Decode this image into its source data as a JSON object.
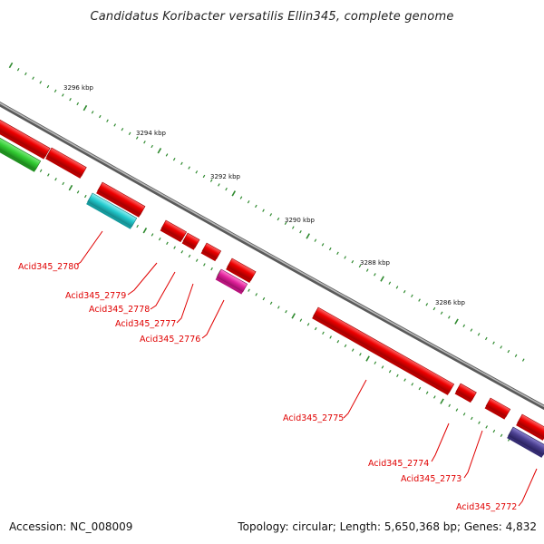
{
  "title": "Candidatus Koribacter versatilis Ellin345, complete genome",
  "footer": {
    "accession": "Accession: NC_008009",
    "summary": "Topology: circular; Length: 5,650,368 bp; Genes: 4,832"
  },
  "scale_ticks": [
    "3296 kbp",
    "3294 kbp",
    "3292 kbp",
    "3290 kbp",
    "3288 kbp",
    "3286 kbp"
  ],
  "gene_labels": [
    "Acid345_2780",
    "Acid345_2779",
    "Acid345_2778",
    "Acid345_2777",
    "Acid345_2776",
    "Acid345_2775",
    "Acid345_2774",
    "Acid345_2773",
    "Acid345_2772"
  ],
  "colors": {
    "backbone": "#8a8a8a",
    "tick": "#2f8a2f",
    "cds_red": "#ee0000",
    "cds_green": "#33cc33",
    "cds_cyan": "#22c8cc",
    "cds_magenta": "#e0209a",
    "cds_purple": "#4a3f8f",
    "label_red": "#e00000"
  }
}
